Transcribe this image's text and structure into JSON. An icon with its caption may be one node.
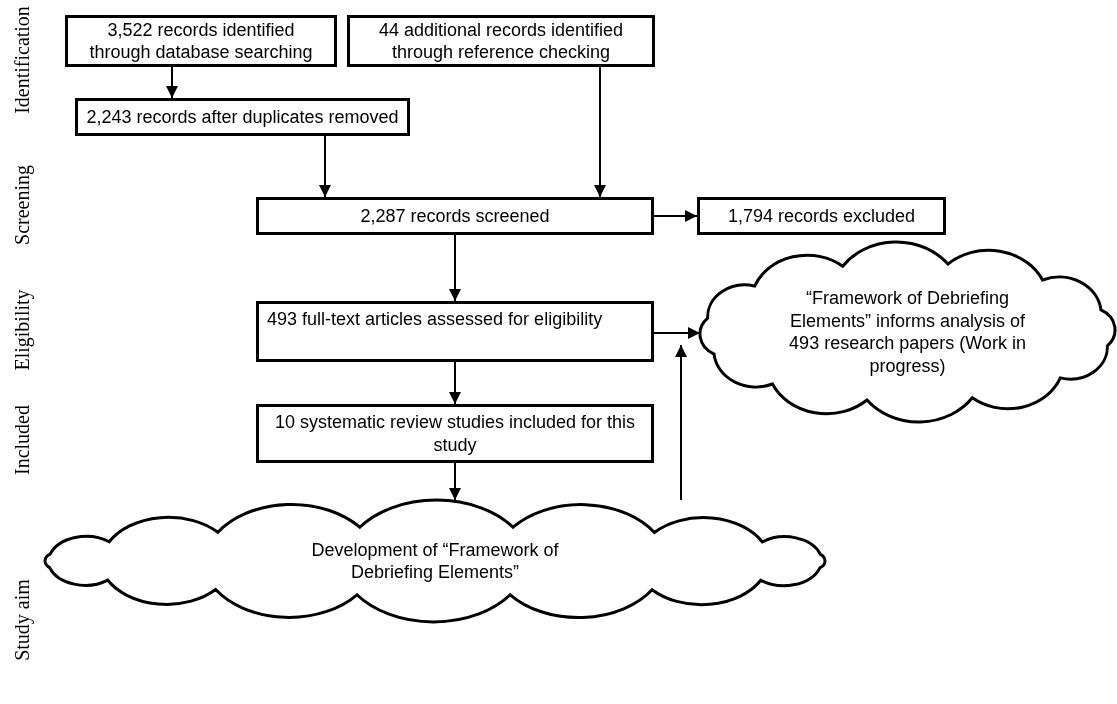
{
  "diagram": {
    "nodes": [
      {
        "text": [
          "3,522 records identified through database searching"
        ]
      },
      {
        "text": [
          "44 additional records identified through reference checking"
        ]
      },
      {
        "text": [
          "2,243 records after duplicates removed"
        ]
      },
      {
        "text": [
          "2,287 records screened"
        ]
      },
      {
        "text": [
          "1,794 records excluded"
        ]
      },
      {
        "text": [
          "493 full-text articles assessed for eligibility"
        ]
      },
      {
        "text": [
          "“Framework of Debriefing Elements” informs analysis of 493 research papers (Work in progress)"
        ]
      },
      {
        "text": [
          "10 systematic review studies included for this study"
        ]
      },
      {
        "text": [
          "Development of “Framework of Debriefing Elements”"
        ]
      }
    ],
    "edges": [
      {
        "from": 0,
        "to": 2,
        "arrow": "to"
      },
      {
        "from": 2,
        "to": 3,
        "arrow": "to"
      },
      {
        "from": 1,
        "to": 3,
        "arrow": "to"
      },
      {
        "from": 3,
        "to": 4,
        "arrow": "to"
      },
      {
        "from": 3,
        "to": 5,
        "arrow": "to"
      },
      {
        "from": 5,
        "to": 6,
        "arrow": "to"
      },
      {
        "from": 5,
        "to": 7,
        "arrow": "to"
      },
      {
        "from": 7,
        "to": 8,
        "arrow": "to"
      },
      {
        "from": 8,
        "to": 6,
        "arrow": "to"
      }
    ],
    "labels": [
      "Identification",
      "Screening",
      "Eligibility",
      "Included",
      "Study aim"
    ]
  }
}
